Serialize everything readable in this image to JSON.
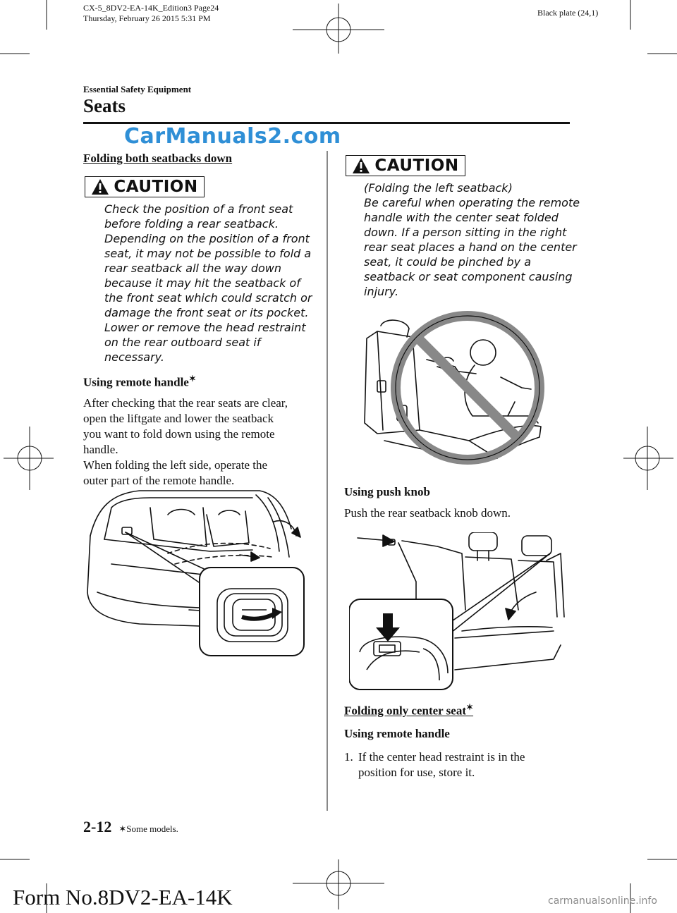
{
  "header": {
    "file_line1": "CX-5_8DV2-EA-14K_Edition3 Page24",
    "file_line2": "Thursday, February 26 2015 5:31 PM",
    "plate": "Black plate (24,1)",
    "section_label": "Essential Safety Equipment",
    "section_title": "Seats",
    "watermark": "CarManuals2.com"
  },
  "left": {
    "heading": "Folding both seatbacks down",
    "caution_label": "CAUTION",
    "caution_lines": [
      "Check the position of a front seat",
      "before folding a rear seatback.",
      "Depending on the position of a front",
      "seat, it may not be possible to fold a",
      "rear seatback all the way down",
      "because it may hit the seatback of",
      "the front seat which could scratch or",
      "damage the front seat or its pocket.",
      "Lower or remove the head restraint",
      "on the rear outboard seat if",
      "necessary."
    ],
    "subheading": "Using remote handle",
    "subheading_mark": "✶",
    "body_lines": [
      "After checking that the rear seats are clear,",
      "open the liftgate and lower the seatback",
      "you want to fold down using the remote",
      "handle.",
      "When folding the left side, operate the",
      "outer part of the remote handle."
    ]
  },
  "right": {
    "caution_label": "CAUTION",
    "caution_lines": [
      "(Folding the left seatback)",
      "Be careful when operating the remote",
      "handle with the center seat folded",
      "down. If a person sitting in the right",
      "rear seat places a hand on the center",
      "seat, it could be pinched by a",
      "seatback or seat component causing",
      "injury."
    ],
    "push_heading": "Using push knob",
    "push_text": "Push the rear seatback knob down.",
    "center_heading": "Folding only center seat",
    "center_mark": "✶",
    "remote_heading": "Using remote handle",
    "step1_num": "1.",
    "step1_line1": "If the center head restraint is in the",
    "step1_line2": "position for use, store it."
  },
  "footer": {
    "page_number": "2-12",
    "note_mark": "✶",
    "note": "Some models.",
    "form_number": "Form No.8DV2-EA-14K",
    "site_watermark": "carmanualsonline.info"
  },
  "icons": {
    "warning": "warning-triangle-icon",
    "registration": "crop-registration-mark-icon"
  }
}
